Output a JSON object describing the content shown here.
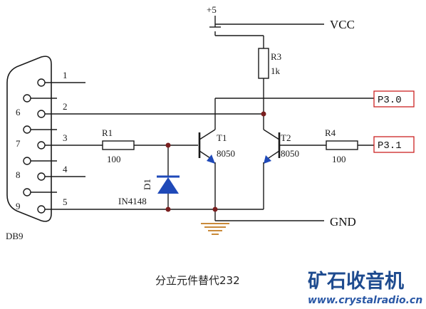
{
  "supply": {
    "voltage": "+5",
    "rail": "VCC"
  },
  "ground": {
    "label": "GND"
  },
  "connector": {
    "name": "DB9",
    "pins": [
      "1",
      "2",
      "3",
      "4",
      "5",
      "6",
      "7",
      "8",
      "9"
    ]
  },
  "components": {
    "r1": {
      "ref": "R1",
      "value": "100"
    },
    "r3": {
      "ref": "R3",
      "value": "1k"
    },
    "r4": {
      "ref": "R4",
      "value": "100"
    },
    "d1": {
      "ref": "D1",
      "part": "IN4148"
    },
    "t1": {
      "ref": "T1",
      "part": "8050"
    },
    "t2": {
      "ref": "T2",
      "part": "8050"
    }
  },
  "ports": {
    "p30": "P3.0",
    "p31": "P3.1"
  },
  "caption": "分立元件替代232",
  "brand": {
    "name": "矿石收音机",
    "url": "www.crystalradio.cn"
  },
  "colors": {
    "diode": "#1f49b8",
    "node": "#7a1f1f",
    "port_border": "#cc2222",
    "ground": "#c98a3a",
    "brand": "#1e4b8f"
  }
}
